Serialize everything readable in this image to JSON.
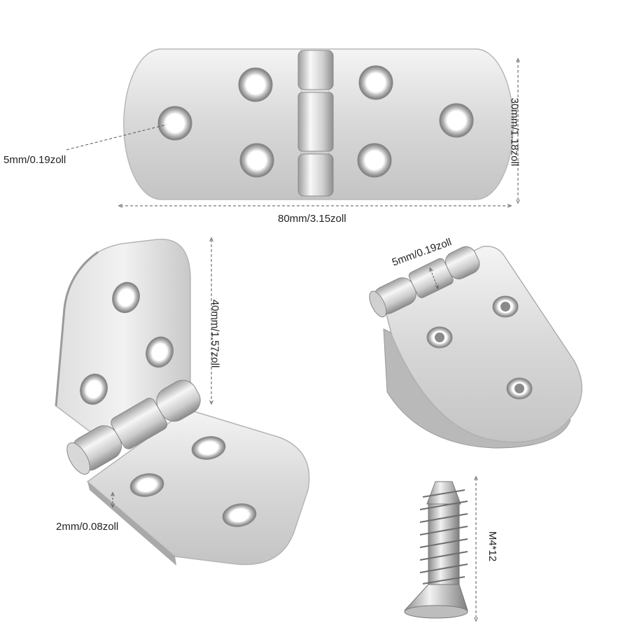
{
  "dimensions": {
    "flat_hole": "5mm/0.19zoll",
    "flat_height": "30mm/1.18zoll",
    "flat_length": "80mm/3.15zoll",
    "open_height": "40mm/1.57zoll",
    "thickness": "2mm/0.08zoll",
    "pin_diameter": "5mm/0.19zoll",
    "screw": "M4*12"
  },
  "colors": {
    "metal_light": "#eeeeee",
    "metal_mid": "#cfcfcf",
    "metal_dark": "#9a9a9a",
    "dim_line": "#555555"
  }
}
